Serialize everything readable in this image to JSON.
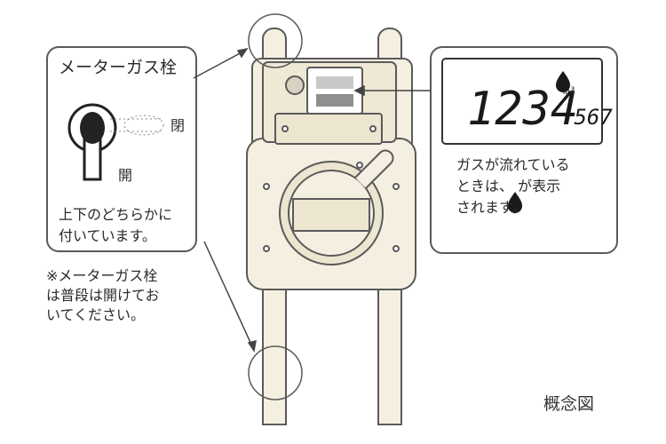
{
  "valve_callout": {
    "title": "メーターガス栓",
    "label_close": "閉",
    "label_open": "開",
    "note": "上下のどちらかに\n付いています。"
  },
  "display_callout": {
    "main_digits": "1234",
    "sub_digits": "567",
    "unit": "m³",
    "note": "ガスが流れている\nときは、 が表示\nされます。"
  },
  "footnote": "※メーターガス栓\nは普段は開けてお\nいてください。",
  "caption": "概念図",
  "colors": {
    "meter_fill": "#f4efe0",
    "outline": "#5a5a5a",
    "lcd_bg": "#ffffff",
    "digit": "#1a1a1a"
  }
}
